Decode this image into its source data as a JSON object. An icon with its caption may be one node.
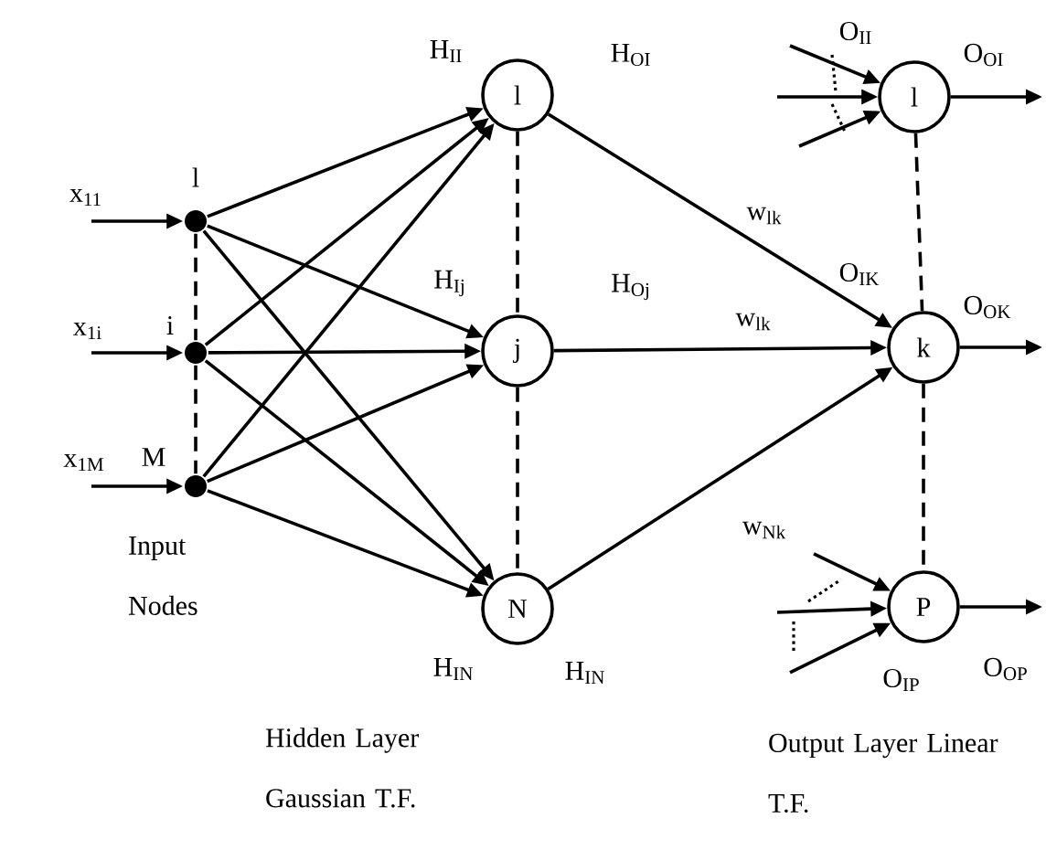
{
  "diagram": {
    "nodes": [
      {
        "text": [],
        "shape": "circle",
        "beside": [
          "l"
        ]
      },
      {
        "text": [],
        "shape": "circle",
        "beside": [
          "i"
        ]
      },
      {
        "text": [],
        "shape": "circle",
        "beside": [
          "M"
        ]
      },
      {
        "text": [
          "l"
        ],
        "beside": [
          "H$_{II}$",
          "H$_{OI}$"
        ]
      },
      {
        "text": [
          "j"
        ],
        "beside": [
          "H$_{Ij}$",
          "H$_{Oj}$"
        ]
      },
      {
        "text": [
          "N"
        ],
        "beside": [
          "H$_{IN}$",
          "H$_{IN}$"
        ]
      },
      {
        "text": [
          "l"
        ],
        "beside": [
          "O$_{II}$"
        ]
      },
      {
        "text": [
          "k"
        ],
        "beside": [
          "O$_{IK}$"
        ]
      },
      {
        "text": [
          "P"
        ],
        "beside": [
          "O$_{IP}$"
        ]
      }
    ],
    "edges": [
      {
        "from": 0,
        "to": 3,
        "arrow": "to"
      },
      {
        "from": 0,
        "to": 4,
        "arrow": "to"
      },
      {
        "from": 0,
        "to": 5,
        "arrow": "to"
      },
      {
        "from": 1,
        "to": 3,
        "arrow": "to"
      },
      {
        "from": 1,
        "to": 4,
        "arrow": "to"
      },
      {
        "from": 1,
        "to": 5,
        "arrow": "to"
      },
      {
        "from": 2,
        "to": 3,
        "arrow": "to"
      },
      {
        "from": 2,
        "to": 4,
        "arrow": "to"
      },
      {
        "from": 2,
        "to": 5,
        "arrow": "to"
      },
      {
        "from": 3,
        "to": 7,
        "arrow": "to",
        "label": "w$_{lk}$"
      },
      {
        "from": 4,
        "to": 7,
        "arrow": "to",
        "label": "w$_{lk}$"
      },
      {
        "from": 5,
        "to": 7,
        "arrow": "to"
      },
      {
        "from": null,
        "to": 0,
        "arrow": "to",
        "label": "x$_{11}$"
      },
      {
        "from": null,
        "to": 1,
        "arrow": "to",
        "label": "x$_{1i}$"
      },
      {
        "from": null,
        "to": 2,
        "arrow": "to",
        "label": "x$_{1M}$"
      },
      {
        "from": 6,
        "to": null,
        "arrow": "to",
        "label": "O$_{OI}$"
      },
      {
        "from": 7,
        "to": null,
        "arrow": "to",
        "label": "O$_{OK}$"
      },
      {
        "from": 8,
        "to": null,
        "arrow": "to",
        "label": "O$_{OP}$"
      },
      {
        "from": null,
        "to": 6,
        "arrow": "to"
      },
      {
        "from": null,
        "to": 6,
        "arrow": "to"
      },
      {
        "from": null,
        "to": 6,
        "arrow": "to"
      },
      {
        "from": null,
        "to": 8,
        "arrow": "to",
        "label": "w$_{Nk}$"
      },
      {
        "from": null,
        "to": 8,
        "arrow": "to"
      },
      {
        "from": null,
        "to": 8,
        "arrow": "to"
      },
      {
        "from": 0,
        "to": 1,
        "arrow": "none",
        "style": "dashed"
      },
      {
        "from": 1,
        "to": 2,
        "arrow": "none",
        "style": "dashed"
      },
      {
        "from": 3,
        "to": 4,
        "arrow": "none",
        "style": "dashed"
      },
      {
        "from": 4,
        "to": 5,
        "arrow": "none",
        "style": "dashed"
      },
      {
        "from": 6,
        "to": 7,
        "arrow": "none",
        "style": "dashed"
      },
      {
        "from": 7,
        "to": 8,
        "arrow": "none",
        "style": "dashed"
      }
    ],
    "labels": [
      "Input Nodes",
      "Hidden Layer Gaussian T.F.",
      "Output Layer Linear T.F."
    ]
  }
}
